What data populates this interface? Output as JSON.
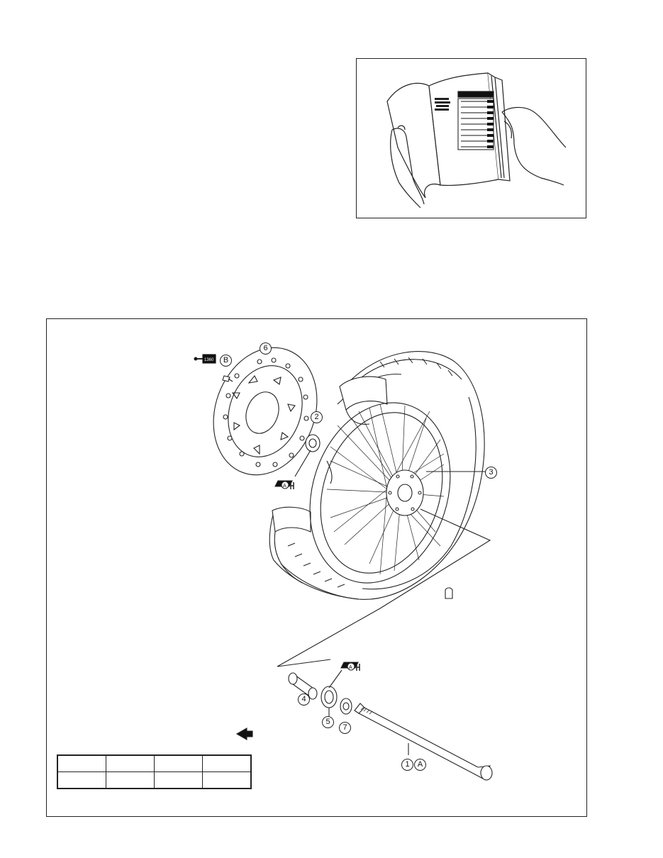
{
  "callouts": {
    "c1": "1",
    "c2": "2",
    "c3": "3",
    "c4": "4",
    "c5": "5",
    "c6": "6",
    "c7": "7",
    "cA_axle": "A",
    "cB": "B"
  },
  "torque_table": {
    "rows": [
      [
        "",
        "",
        "",
        ""
      ],
      [
        "",
        "",
        "",
        ""
      ]
    ]
  },
  "icons": {
    "grease": "grease-A-icon",
    "thread_lock": "thread-lock-icon",
    "front_arrow": "front-direction-icon"
  }
}
